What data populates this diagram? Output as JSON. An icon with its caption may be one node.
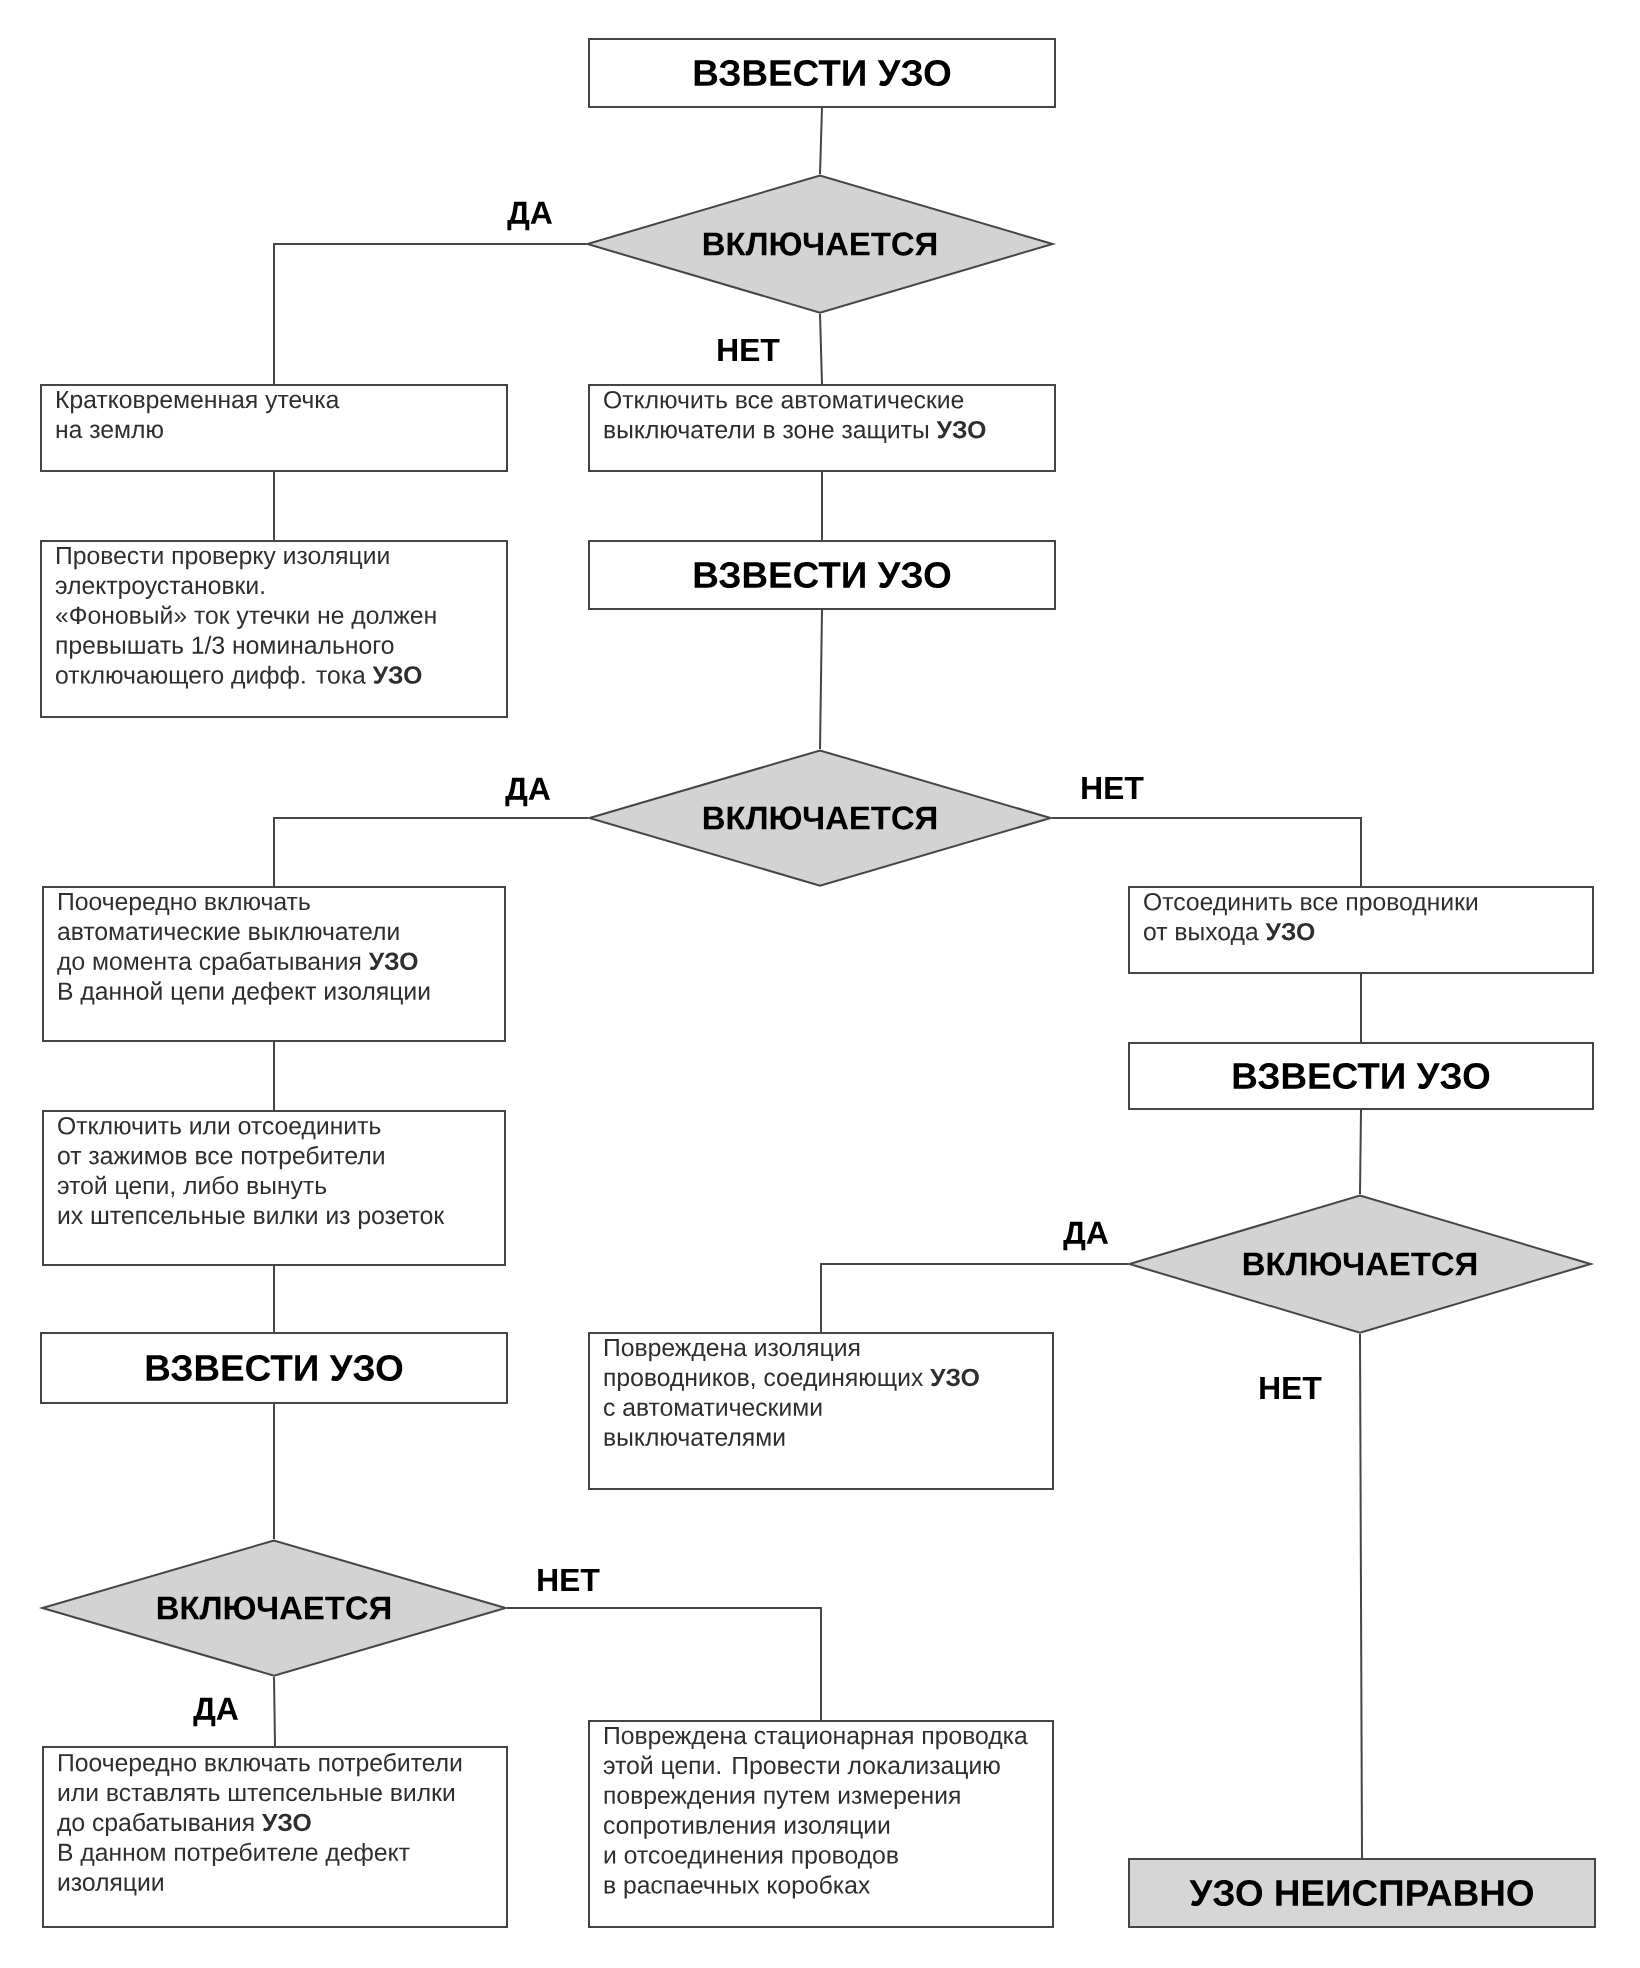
{
  "diagram": {
    "nodes": [
      {
        "text": [
          "ВЗВЕСТИ УЗО"
        ]
      },
      {
        "text": [
          "ВКЛЮЧАЕТСЯ"
        ]
      },
      {
        "text": [
          "Кратковременная утечка на землю"
        ]
      },
      {
        "text": [
          "Отключить все автоматические выключатели в зоне защиты **УЗО**"
        ]
      },
      {
        "text": [
          "Провести проверку изоляции электроустановки.",
          "«Фоновый» ток утечки не должен превышать 1/3 номинального отключающего дифф. тока **УЗО**"
        ]
      },
      {
        "text": [
          "ВЗВЕСТИ УЗО"
        ]
      },
      {
        "text": [
          "ВКЛЮЧАЕТСЯ"
        ]
      },
      {
        "text": [
          "Поочередно включать автоматические выключатели до момента срабатывания **УЗО**",
          "В данной цепи дефект изоляции"
        ]
      },
      {
        "text": [
          "Отсоединить все проводники от выхода **УЗО**"
        ]
      },
      {
        "text": [
          "ВЗВЕСТИ УЗО"
        ]
      },
      {
        "text": [
          "Отключить или отсоединить от зажимов все потребители этой цепи, либо вынуть их штепсельные вилки из розеток"
        ]
      },
      {
        "text": [
          "ВКЛЮЧАЕТСЯ"
        ]
      },
      {
        "text": [
          "ВЗВЕСТИ УЗО"
        ]
      },
      {
        "text": [
          "Повреждена изоляция проводников, соединяющих **УЗО** с автоматическими выключателями"
        ]
      },
      {
        "text": [
          "ВКЛЮЧАЕТСЯ"
        ]
      },
      {
        "text": [
          "Поочередно включать потребители или вставлять штепсельные вилки до срабатывания **УЗО**",
          "В данном потребителе дефект изоляции"
        ]
      },
      {
        "text": [
          "Повреждена стационарная проводка этой цепи. Провести локализацию повреждения путем измерения сопротивления изоляции и отсоединения проводов в распаечных коробках"
        ]
      },
      {
        "text": [
          "УЗО НЕИСПРАВНО"
        ]
      }
    ],
    "edges": [
      {
        "from": 0,
        "to": 1,
        "arrow": "none"
      },
      {
        "from": 1,
        "to": 2,
        "arrow": "none",
        "label": "ДА"
      },
      {
        "from": 1,
        "to": 3,
        "arrow": "none",
        "label": "НЕТ"
      },
      {
        "from": 2,
        "to": 4,
        "arrow": "none"
      },
      {
        "from": 3,
        "to": 5,
        "arrow": "none"
      },
      {
        "from": 5,
        "to": 6,
        "arrow": "none"
      },
      {
        "from": 6,
        "to": 7,
        "arrow": "none",
        "label": "ДА"
      },
      {
        "from": 6,
        "to": 8,
        "arrow": "none",
        "label": "НЕТ"
      },
      {
        "from": 7,
        "to": 10,
        "arrow": "none"
      },
      {
        "from": 8,
        "to": 9,
        "arrow": "none"
      },
      {
        "from": 9,
        "to": 11,
        "arrow": "none"
      },
      {
        "from": 10,
        "to": 12,
        "arrow": "none"
      },
      {
        "from": 11,
        "to": 13,
        "arrow": "none",
        "label": "ДА"
      },
      {
        "from": 11,
        "to": 17,
        "arrow": "none",
        "label": "НЕТ"
      },
      {
        "from": 12,
        "to": 14,
        "arrow": "none"
      },
      {
        "from": 14,
        "to": 15,
        "arrow": "none",
        "label": "ДА"
      },
      {
        "from": 14,
        "to": 16,
        "arrow": "none",
        "label": "НЕТ"
      }
    ]
  }
}
